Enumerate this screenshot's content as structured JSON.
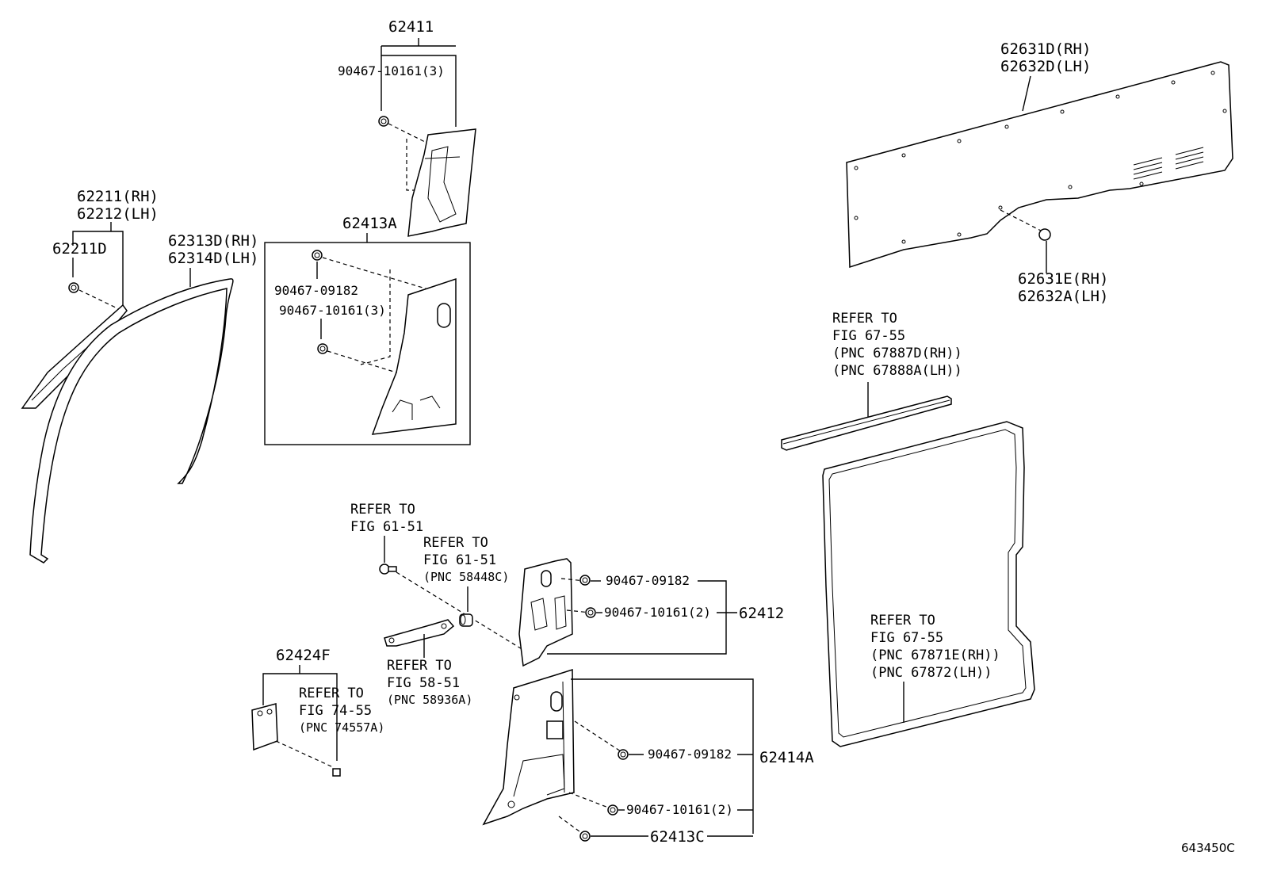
{
  "labels": {
    "p62411": "62411",
    "p62411_bolt": "90467-10161(3)",
    "p62211_rh": "62211(RH)",
    "p62212_lh": "62212(LH)",
    "p62211d": "62211D",
    "p62313d_rh": "62313D(RH)",
    "p62314d_lh": "62314D(LH)",
    "p62413a": "62413A",
    "p62413a_clip": "90467-09182",
    "p62413a_bolt": "90467-10161(3)",
    "p62631d_rh": "62631D(RH)",
    "p62632d_lh": "62632D(LH)",
    "p62631e_rh": "62631E(RH)",
    "p62632a_lh": "62632A(LH)",
    "p62412": "62412",
    "p62412_clip": "90467-09182",
    "p62412_bolt": "90467-10161(2)",
    "p62424f": "62424F",
    "p62414a": "62414A",
    "p62414a_clip": "90467-09182",
    "p62414a_bolt": "90467-10161(2)",
    "p62413c": "62413C"
  },
  "references": {
    "fig61_a": [
      "REFER TO",
      "FIG 61-51"
    ],
    "fig61_b": [
      "REFER TO",
      "FIG 61-51",
      "(PNC 58448C)"
    ],
    "fig58": [
      "REFER TO",
      "FIG 58-51",
      "(PNC 58936A)"
    ],
    "fig74": [
      "REFER TO",
      "FIG 74-55",
      "(PNC 74557A)"
    ],
    "fig67_top": [
      "REFER TO",
      "FIG 67-55",
      "(PNC 67887D(RH))",
      "(PNC 67888A(LH))"
    ],
    "fig67_bottom": [
      "REFER TO",
      "FIG 67-55",
      "(PNC 67871E(RH))",
      "(PNC 67872(LH))"
    ]
  },
  "catalog_number": "643450C"
}
